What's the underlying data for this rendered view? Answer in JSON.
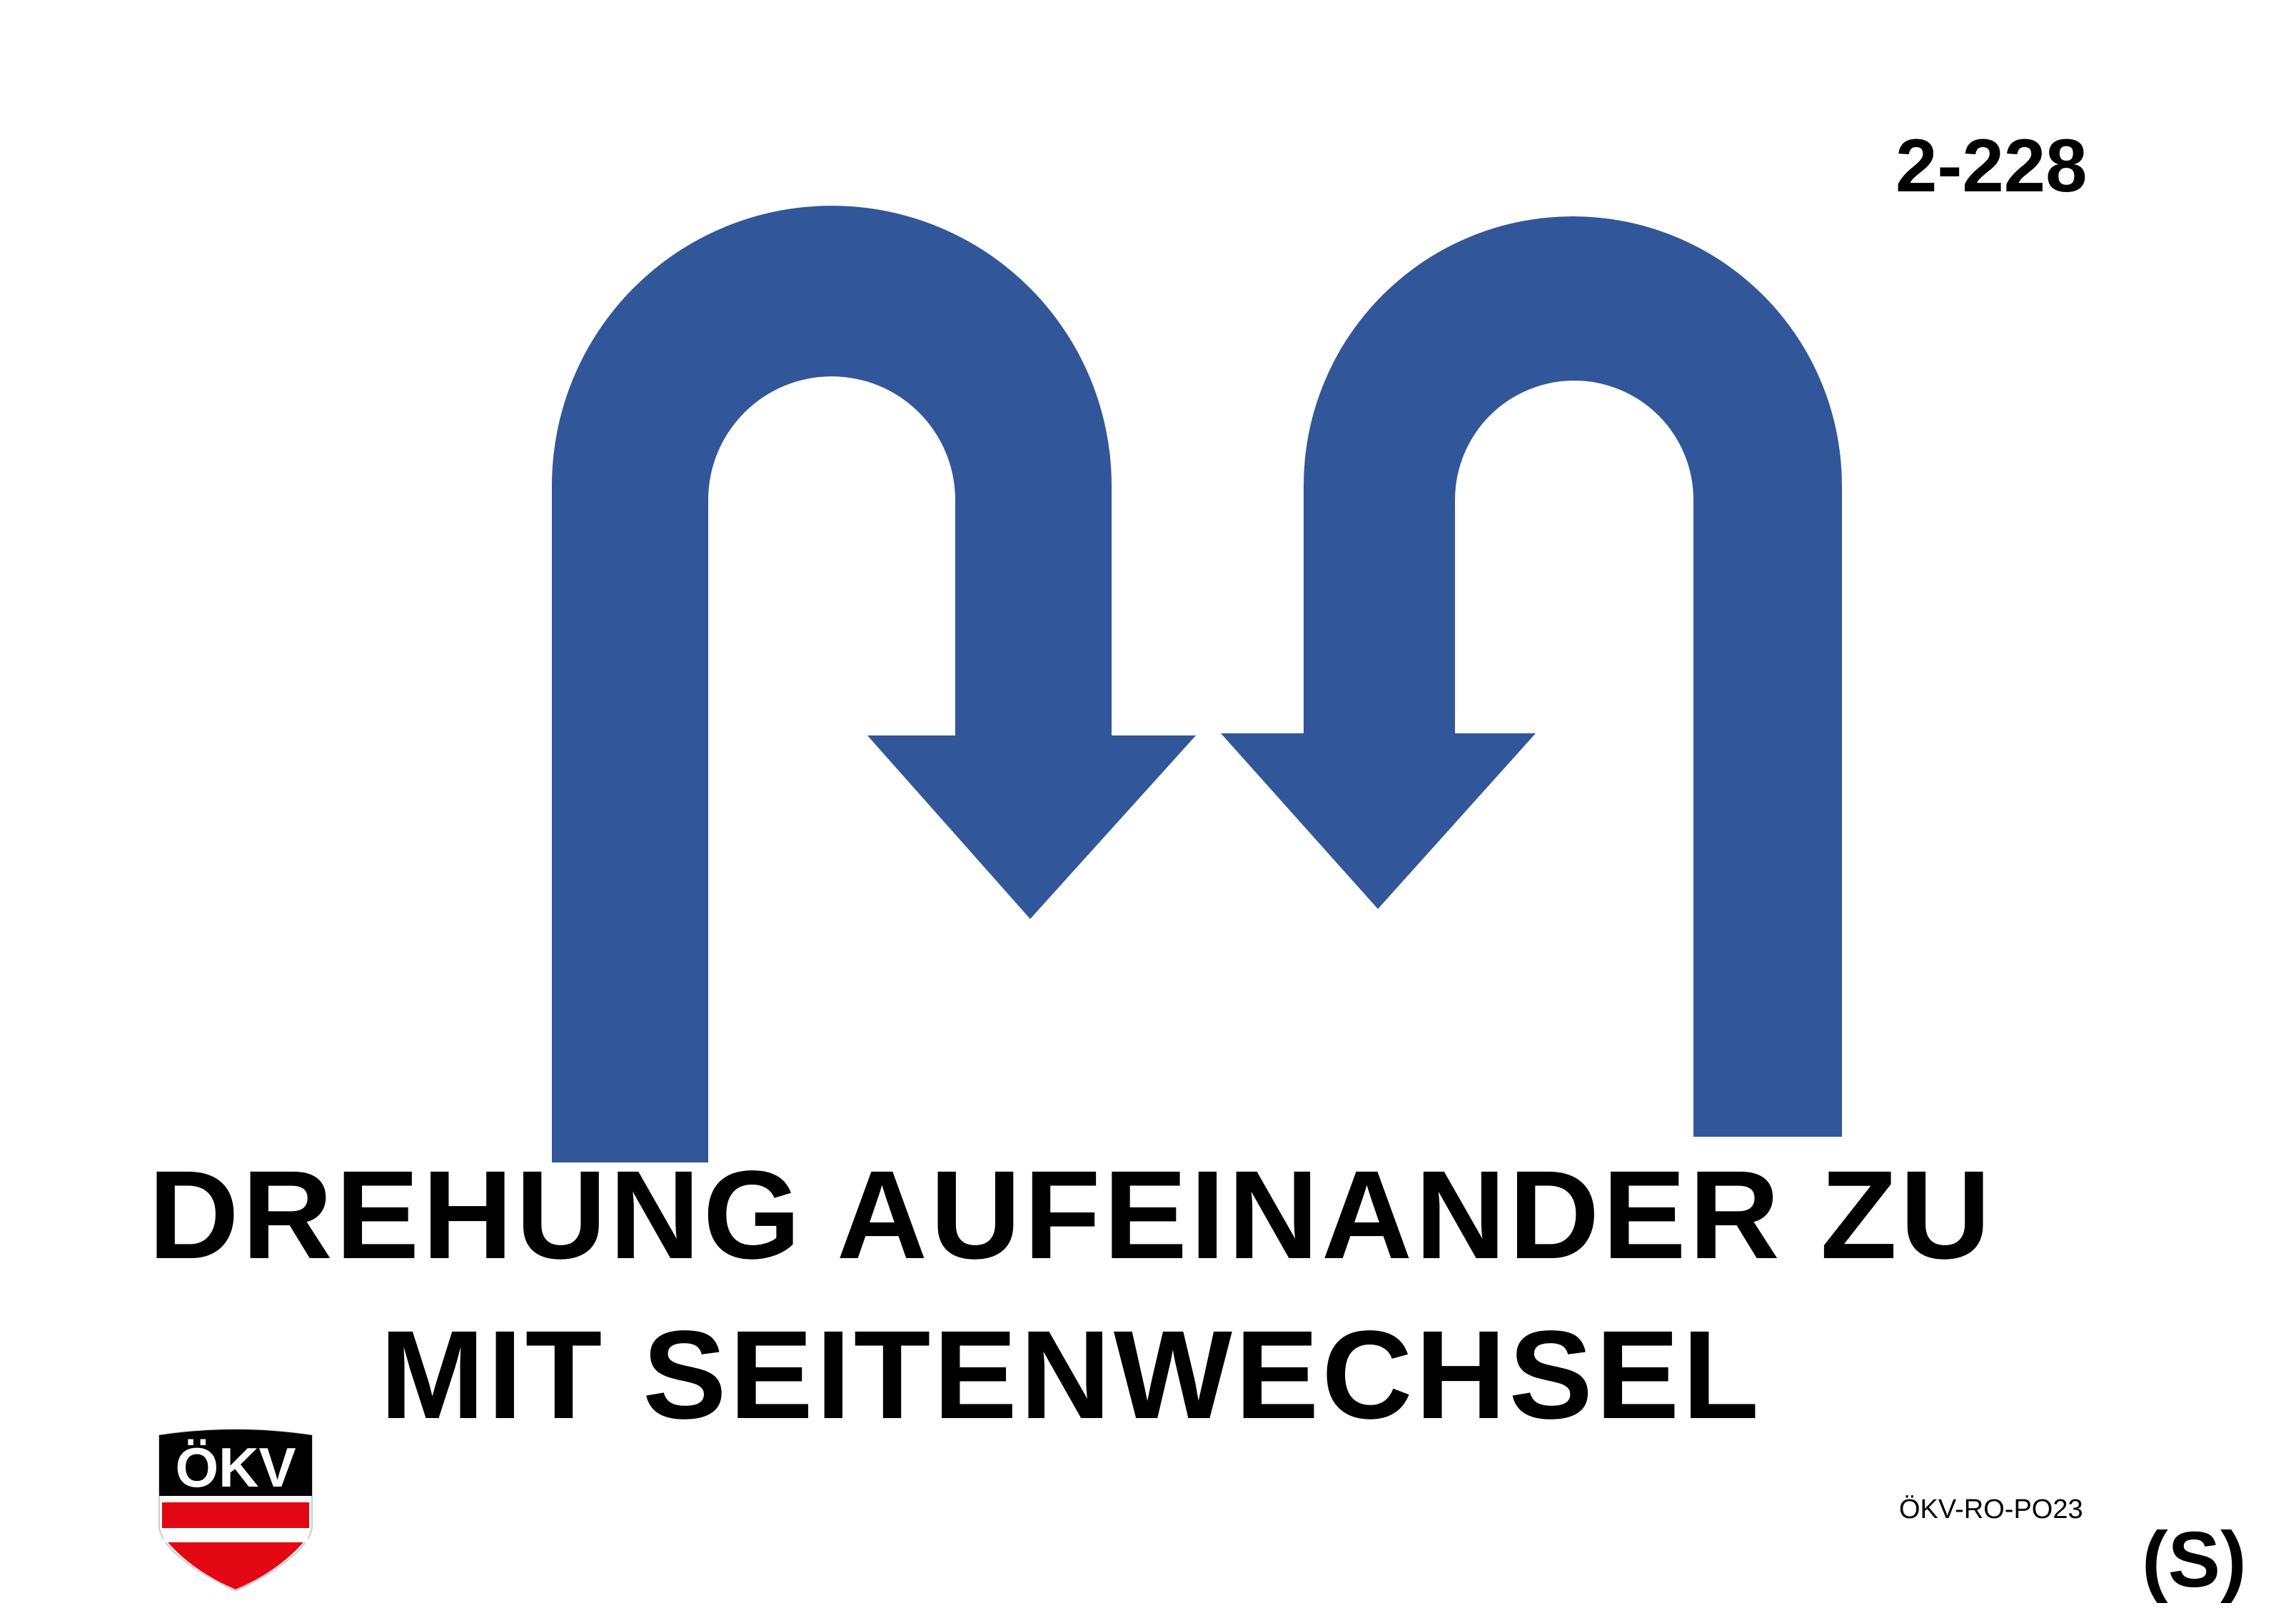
{
  "sign": {
    "number": "2-228",
    "title_line1": "DREHUNG AUFEINANDER ZU",
    "title_line2": "MIT SEITENWECHSEL",
    "code": "ÖKV-RO-PO23",
    "class_mark": "(S)"
  },
  "arrows": {
    "color": "#31569A",
    "count": 2,
    "left_icon": "u-turn-right-arrow-icon",
    "right_icon": "u-turn-left-arrow-icon"
  },
  "logo": {
    "text": "ÖKV",
    "icon": "okv-shield-logo",
    "colors": {
      "red": "#E30613",
      "black": "#000000",
      "white": "#ffffff"
    }
  }
}
